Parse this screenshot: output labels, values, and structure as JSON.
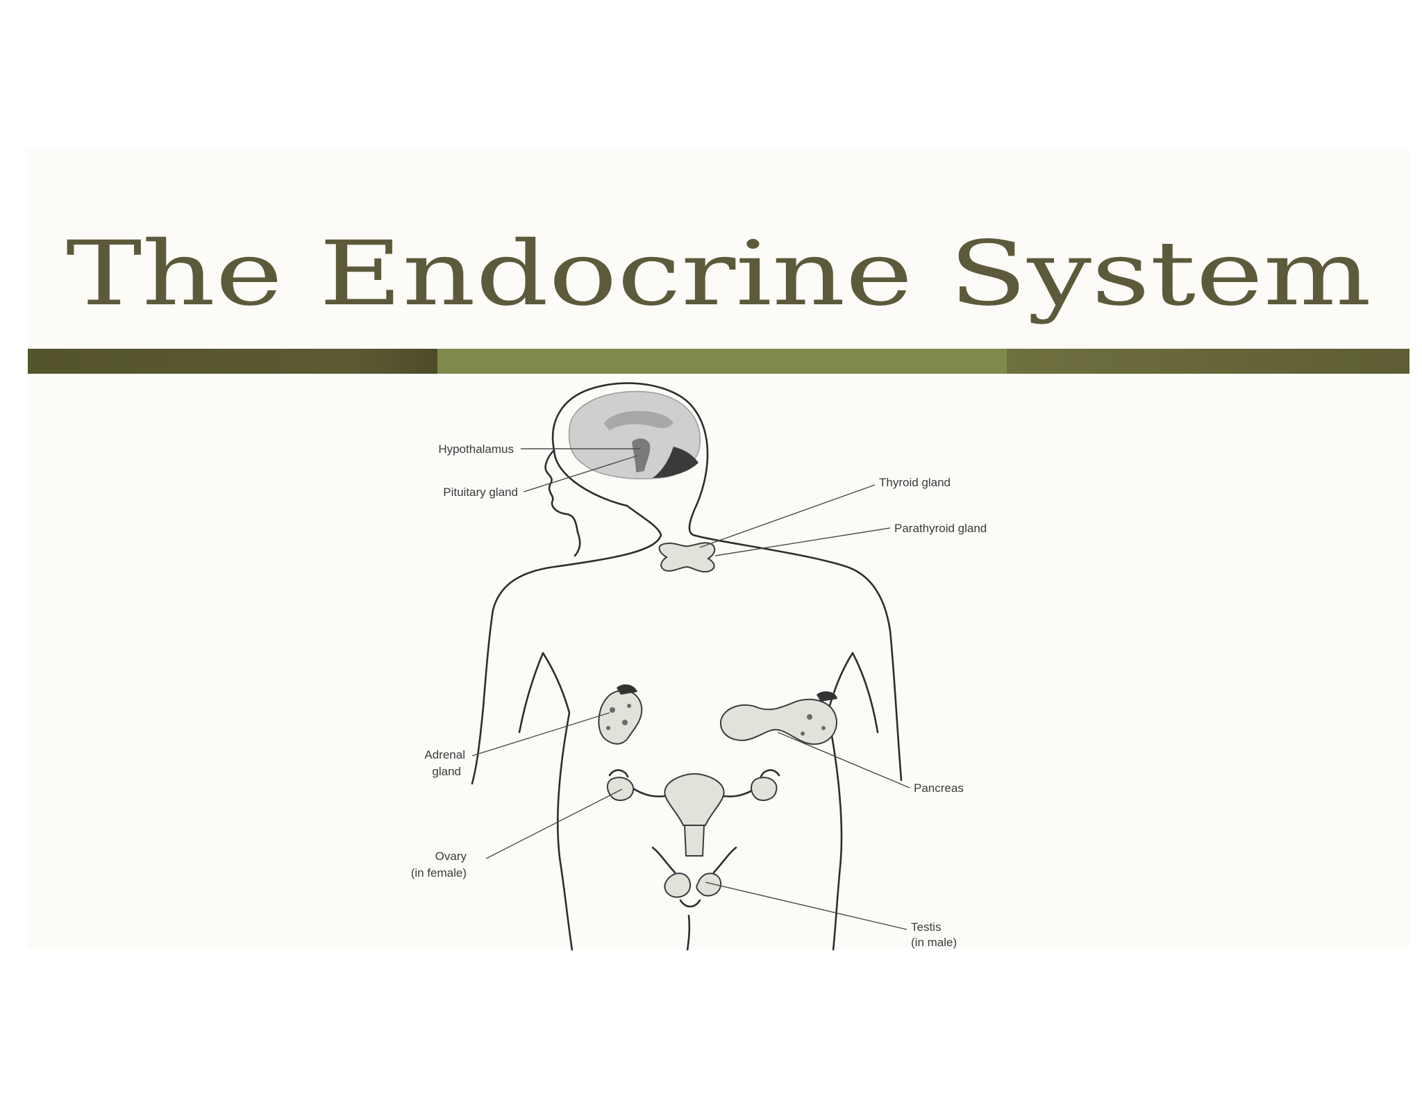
{
  "title": "The Endocrine System",
  "colors": {
    "title": "#5c5a3a",
    "band_dark": "#54542c",
    "band_light": "#7f8a4a",
    "slide_background": "#fcfbf8",
    "line_art": "#2d2d2d"
  },
  "diagram": {
    "labels": {
      "hypothalamus": "Hypothalamus",
      "pituitary": "Pituitary gland",
      "thyroid": "Thyroid gland",
      "parathyroid": "Parathyroid gland",
      "adrenal_line1": "Adrenal",
      "adrenal_line2": "gland",
      "pancreas": "Pancreas",
      "ovary_line1": "Ovary",
      "ovary_line2": "(in female)",
      "testis_line1": "Testis",
      "testis_line2": "(in male)"
    }
  }
}
